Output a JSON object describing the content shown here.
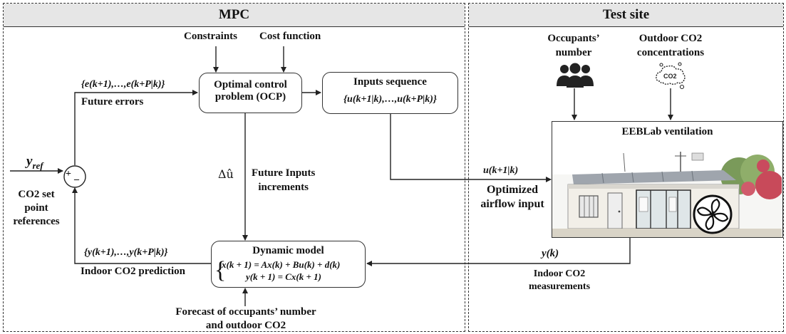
{
  "mpc": {
    "title": "MPC",
    "constraints": "Constraints",
    "cost_function": "Cost function",
    "ocp_line1": "Optimal control",
    "ocp_line2": "problem (OCP)",
    "inputs_seq_title": "Inputs sequence",
    "inputs_seq_expr": "{u(k+1|k),…,u(k+P|k)}",
    "future_errors_expr": "{e(k+1),…,e(k+P|k)}",
    "future_errors_label": "Future errors",
    "yref_main": "y",
    "yref_sub": "ref",
    "sum_plus": "+",
    "sum_minus": "_",
    "setpoint_line1": "CO2 set",
    "setpoint_line2": "point",
    "setpoint_line3": "references",
    "delta_u": "Δû",
    "future_inputs_line1": "Future Inputs",
    "future_inputs_line2": "increments",
    "prediction_expr": "{y(k+1),…,y(k+P|k)}",
    "prediction_label": "Indoor CO2 prediction",
    "dynamic_model_title": "Dynamic model",
    "eq1": "x(k + 1) = Ax(k) + Bu(k) + d(k)",
    "eq2": "y(k + 1) = Cx(k + 1)",
    "forecast_line1": "Forecast of occupants’ number",
    "forecast_line2": "and outdoor CO2"
  },
  "site": {
    "title": "Test site",
    "occupants_line1": "Occupants’",
    "occupants_line2": "number",
    "outdoor_line1": "Outdoor CO2",
    "outdoor_line2": "concentrations",
    "co2_icon_text": "CO2",
    "eeblab_title": "EEBLab ventilation",
    "u_label": "u(k+1|k)",
    "optimized_line1": "Optimized",
    "optimized_line2": "airflow input",
    "y_label": "y(k)",
    "measure_line1": "Indoor CO2",
    "measure_line2": "measurements"
  },
  "colors": {
    "header_bg": "#e6e6e6",
    "line": "#333333"
  }
}
